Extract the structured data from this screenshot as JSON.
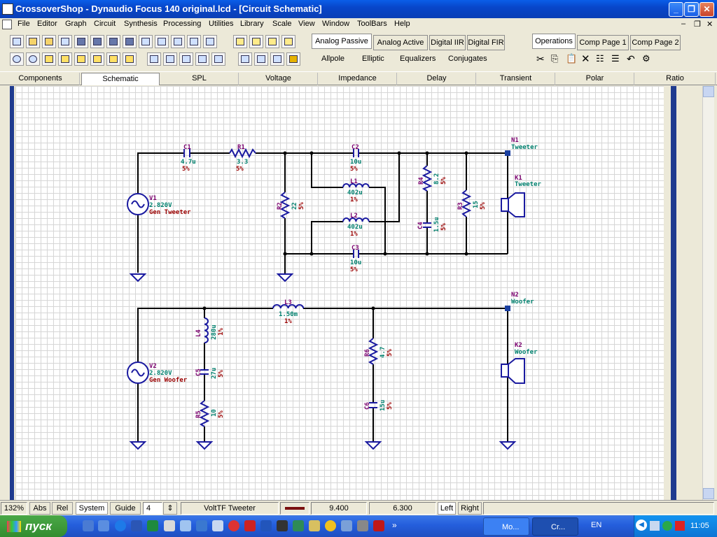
{
  "window": {
    "title": "CrossoverShop - Dynaudio Focus 140 original.lcd - [Circuit Schematic]"
  },
  "menu": [
    "File",
    "Editor",
    "Graph",
    "Circuit",
    "Synthesis",
    "Processing",
    "Utilities",
    "Library",
    "Scale",
    "View",
    "Window",
    "ToolBars",
    "Help"
  ],
  "synthesis_tabs": {
    "row1": [
      "Analog Passive",
      "Analog Active",
      "Digital IIR",
      "Digital FIR"
    ],
    "row2": [
      "Allpole",
      "Elliptic",
      "Equalizers",
      "Conjugates"
    ]
  },
  "operations_tabs": [
    "Operations",
    "Comp Page 1",
    "Comp Page 2"
  ],
  "view_tabs": [
    "Components",
    "Schematic",
    "SPL",
    "Voltage",
    "Impedance",
    "Delay",
    "Transient",
    "Polar",
    "Ratio"
  ],
  "status": {
    "zoom": "132%",
    "abs": "Abs",
    "rel": "Rel",
    "system": "System",
    "guide": "Guide",
    "guide_value": "4",
    "trace": "VoltTF Tweeter",
    "x_value": "9.400",
    "y_value": "6.300",
    "left": "Left",
    "right": "Right"
  },
  "taskbar": {
    "start": "пуск",
    "tasks": [
      "Mo...",
      "Cr..."
    ],
    "lang": "EN",
    "time": "11:05"
  },
  "components": {
    "C1": {
      "name": "C1",
      "value": "4.7u",
      "tol": "5%"
    },
    "R1": {
      "name": "R1",
      "value": "3.3",
      "tol": "5%"
    },
    "C2": {
      "name": "C2",
      "value": "10u",
      "tol": "5%"
    },
    "L1": {
      "name": "L1",
      "value": "402u",
      "tol": "1%"
    },
    "L2": {
      "name": "L2",
      "value": "402u",
      "tol": "1%"
    },
    "C3": {
      "name": "C3",
      "value": "10u",
      "tol": "5%"
    },
    "R2": {
      "name": "R2",
      "value": "22",
      "tol": "5%"
    },
    "R4": {
      "name": "R4",
      "value": "8.2",
      "tol": "5%"
    },
    "C4": {
      "name": "C4",
      "value": "1.5u",
      "tol": "5%"
    },
    "R3": {
      "name": "R3",
      "value": "15",
      "tol": "5%"
    },
    "V1": {
      "name": "V1",
      "value": "2.820V",
      "label": "Gen Tweeter"
    },
    "N1": {
      "name": "N1",
      "label": "Tweeter"
    },
    "K1": {
      "name": "K1",
      "label": "Tweeter"
    },
    "L3": {
      "name": "L3",
      "value": "1.50m",
      "tol": "1%"
    },
    "N2": {
      "name": "N2",
      "label": "Woofer"
    },
    "K2": {
      "name": "K2",
      "label": "Woofer"
    },
    "V2": {
      "name": "V2",
      "value": "2.820V",
      "label": "Gen Woofer"
    },
    "L4": {
      "name": "L4",
      "value": "280u",
      "tol": "1%"
    },
    "C5": {
      "name": "C5",
      "value": "27u",
      "tol": "5%"
    },
    "R5": {
      "name": "R5",
      "value": "10",
      "tol": "5%"
    },
    "R6": {
      "name": "R6",
      "value": "4.7",
      "tol": "5%"
    },
    "C6": {
      "name": "C6",
      "value": "15u",
      "tol": "5%"
    }
  },
  "colors": {
    "wire": "#000000",
    "part": "#1a1aa0",
    "name": "#7a006e",
    "value": "#00806e",
    "tol": "#9a0000",
    "node": "#1a3fa0",
    "grid": "#d6d6d6"
  }
}
